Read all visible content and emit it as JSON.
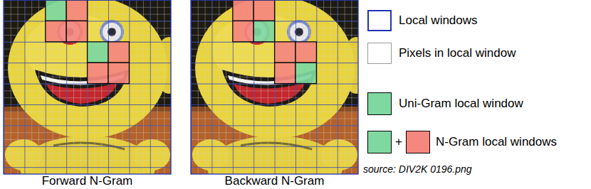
{
  "diagram": {
    "labels": [
      "Forward N-Gram",
      "Backward N-Gram",
      "+",
      "source: DIV2K 0196.png"
    ],
    "legend": [
      {
        "text": "Local windows"
      },
      {
        "text": "Pixels in local window"
      },
      {
        "text": "Uni-Gram local window",
        "color": "#7ed8a0"
      },
      {
        "text": "N-Gram local windows",
        "color": "#f5877f"
      }
    ]
  }
}
